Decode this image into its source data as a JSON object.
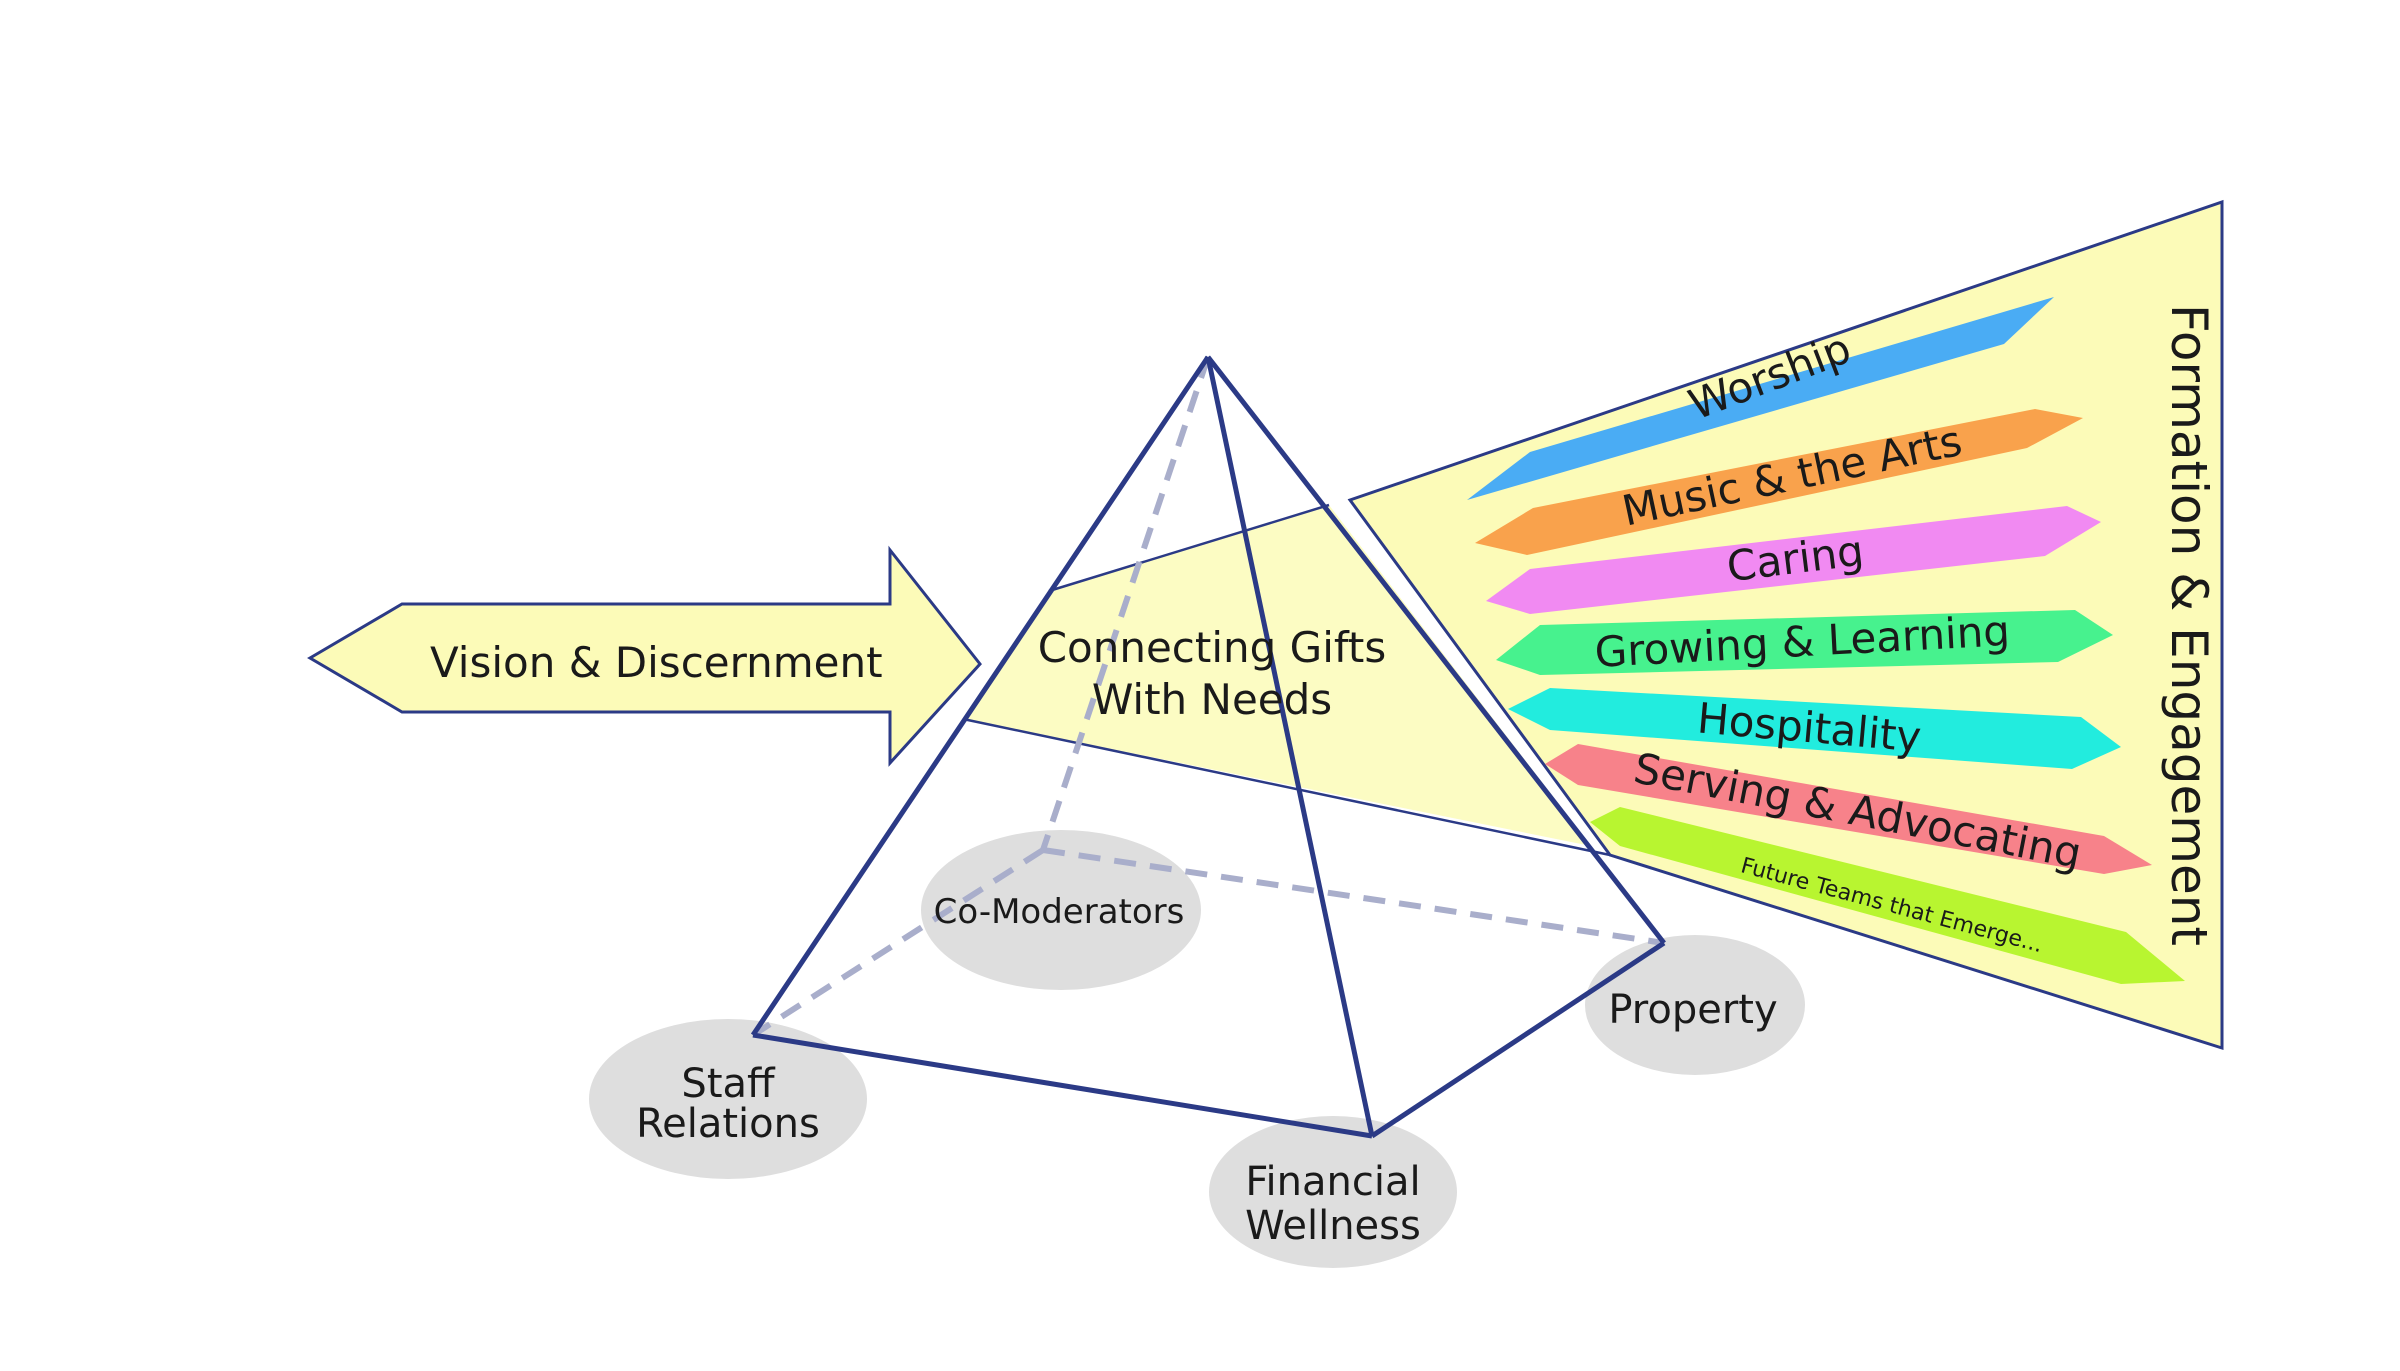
{
  "input_arrow": {
    "label": "Vision & Discernment"
  },
  "center": {
    "line1": "Connecting Gifts",
    "line2": "With Needs"
  },
  "base_nodes": {
    "co_moderators": "Co-Moderators",
    "staff_relations": {
      "line1": "Staff",
      "line2": "Relations"
    },
    "financial_wellness": {
      "line1": "Financial",
      "line2": "Wellness"
    },
    "property": "Property"
  },
  "output_title": "Formation & Engagement",
  "teams": [
    {
      "label": "Worship",
      "color": "#4aacf4"
    },
    {
      "label": "Music & the Arts",
      "color": "#f9a24c"
    },
    {
      "label": "Caring",
      "color": "#f18af2"
    },
    {
      "label": "Growing & Learning",
      "color": "#47f28e"
    },
    {
      "label": "Hospitality",
      "color": "#22ecde"
    },
    {
      "label": "Serving & Advocating",
      "color": "#f7828a"
    },
    {
      "label": "Future Teams that Emerge...",
      "color": "#b8f530"
    }
  ],
  "colors": {
    "outline": "#2b3a86",
    "light_yellow": "#fcfbb8",
    "node_gray": "#dedede"
  }
}
